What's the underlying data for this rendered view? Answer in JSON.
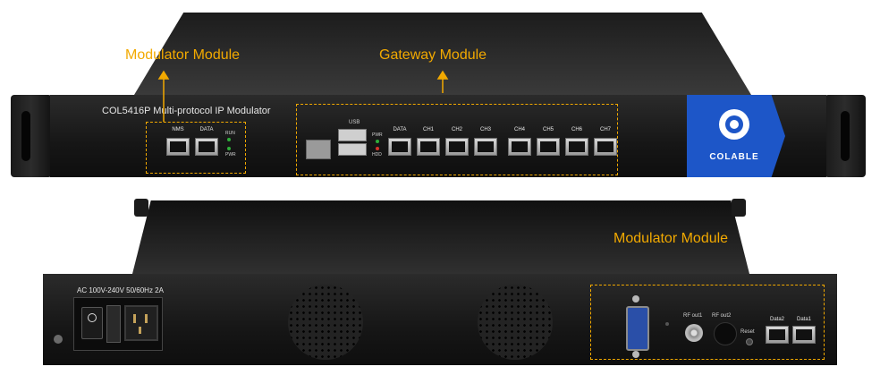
{
  "annotations": {
    "front_modulator": "Modulator Module",
    "front_gateway": "Gateway Module",
    "rear_modulator": "Modulator Module"
  },
  "front": {
    "model_text": "COL5416P Multi-protocol IP Modulator",
    "modulator_ports": [
      "NMS",
      "DATA"
    ],
    "modulator_leds": [
      "RUN",
      "PWR"
    ],
    "usb_label": "USB",
    "gateway_leds": [
      "PWR",
      "HDD"
    ],
    "gateway_ports": [
      "DATA",
      "CH1",
      "CH2",
      "CH3",
      "CH4",
      "CH5",
      "CH6",
      "CH7"
    ],
    "brand": "COLABLE",
    "brand_color": "#1d56c8"
  },
  "rear": {
    "power_text": "AC 100V-240V 50/60Hz 2A",
    "rf_out1": "RF out1",
    "rf_out2": "RF out2",
    "reset": "Reset",
    "data_ports": [
      "Data2",
      "Data1"
    ]
  },
  "accent_color": "#f2a900"
}
